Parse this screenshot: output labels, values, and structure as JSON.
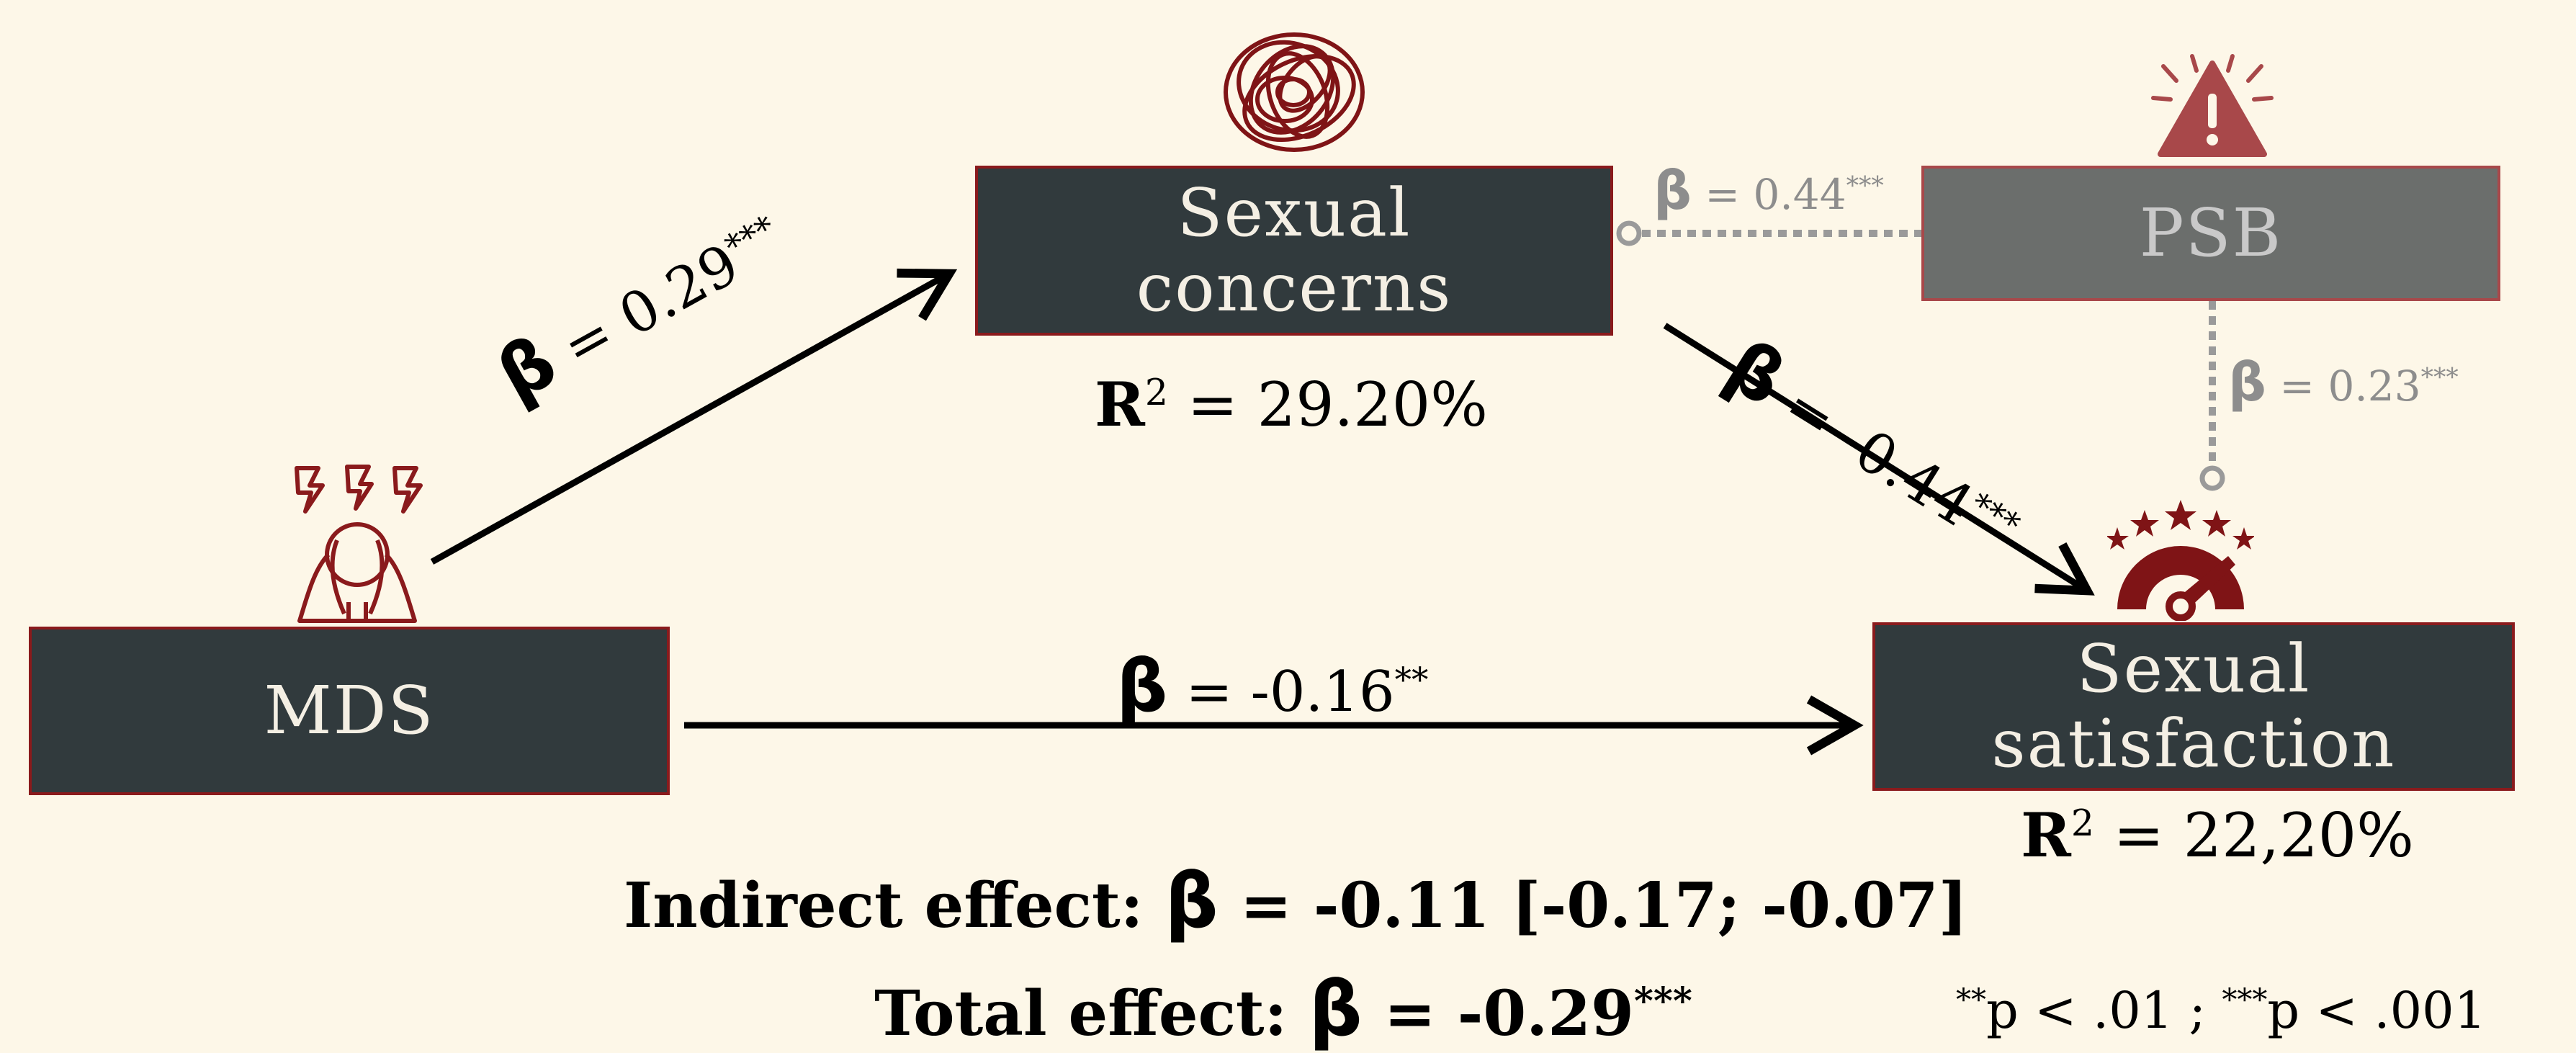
{
  "nodes": {
    "mds": "MDS",
    "concerns_line1": "Sexual",
    "concerns_line2": "concerns",
    "psb": "PSB",
    "satisfaction_line1": "Sexual",
    "satisfaction_line2": "satisfaction"
  },
  "paths": {
    "beta_symbol": "β",
    "a": {
      "text": " = 0.29",
      "stars": "***"
    },
    "b": {
      "text": " = -0.44",
      "stars": "***"
    },
    "c": {
      "text": " = -0.16",
      "stars": "**"
    },
    "psb_concerns": {
      "text": " = 0.44",
      "stars": "***"
    },
    "psb_satisfaction": {
      "text": " = 0.23",
      "stars": "***"
    }
  },
  "r2": {
    "label": "R",
    "exp": "2",
    "concerns": " = 29.20%",
    "satisfaction": " = 22,20%"
  },
  "effects": {
    "indirect_label": "Indirect effect: ",
    "indirect_value": " = -0.11 [-0.17; -0.07]",
    "total_label": "Total effect: ",
    "total_value": " = -0.29",
    "total_stars": "***"
  },
  "note": {
    "p1_stars": "**",
    "p1_text": "p < .01 ; ",
    "p2_stars": "***",
    "p2_text": "p < .001"
  },
  "colors": {
    "background": "#fdf7e8",
    "box": "#313a3d",
    "box_border": "#8a1a1c",
    "psb_box": "#6b6e6c",
    "icon": "#7f1416",
    "moderation": "#9a9a9a"
  },
  "icons": [
    "stressed-person-icon",
    "scribble-icon",
    "warning-icon",
    "satisfaction-gauge-icon"
  ]
}
